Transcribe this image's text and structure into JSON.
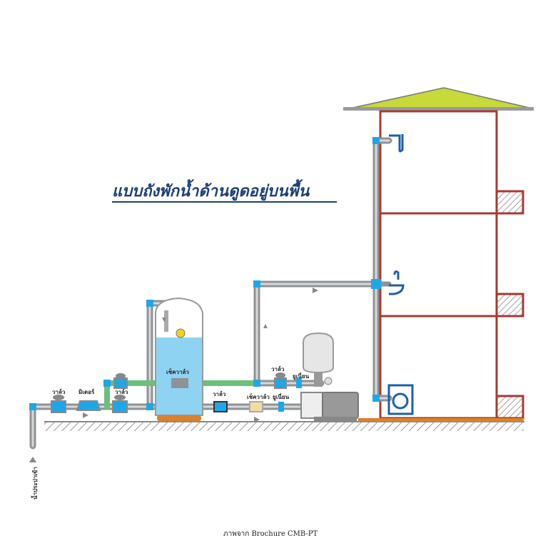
{
  "title": "แบบถังพักน้ำด้านดูดอยู่บนพื้น",
  "caption": "ภาพจาก Brochure CMB-PT",
  "labels": {
    "inlet": "น้ำประปาเข้า",
    "valve_1": "วาล์ว",
    "meter": "มิเตอร์",
    "valve_2": "วาล์ว",
    "float_valve": "เช็ควาล์ว",
    "valve_3": "วาล์ว",
    "check_valve": "เช็ควาล์ว",
    "union_1": "ยูเนี่ยน",
    "valve_4": "วาล์ว",
    "union_2": "ยูเนี่ยน"
  },
  "colors": {
    "pipe": "#8f9396",
    "pipe_inner": "#d6d8da",
    "fitting": "#1ea7e8",
    "bypass_pipe": "#6cc07a",
    "water": "#8fd3f2",
    "wall": "#a83a32",
    "roof": "#c8d93a",
    "fixture": "#1b5fb0",
    "base": "#d9822b",
    "title": "#1d3f7a"
  }
}
